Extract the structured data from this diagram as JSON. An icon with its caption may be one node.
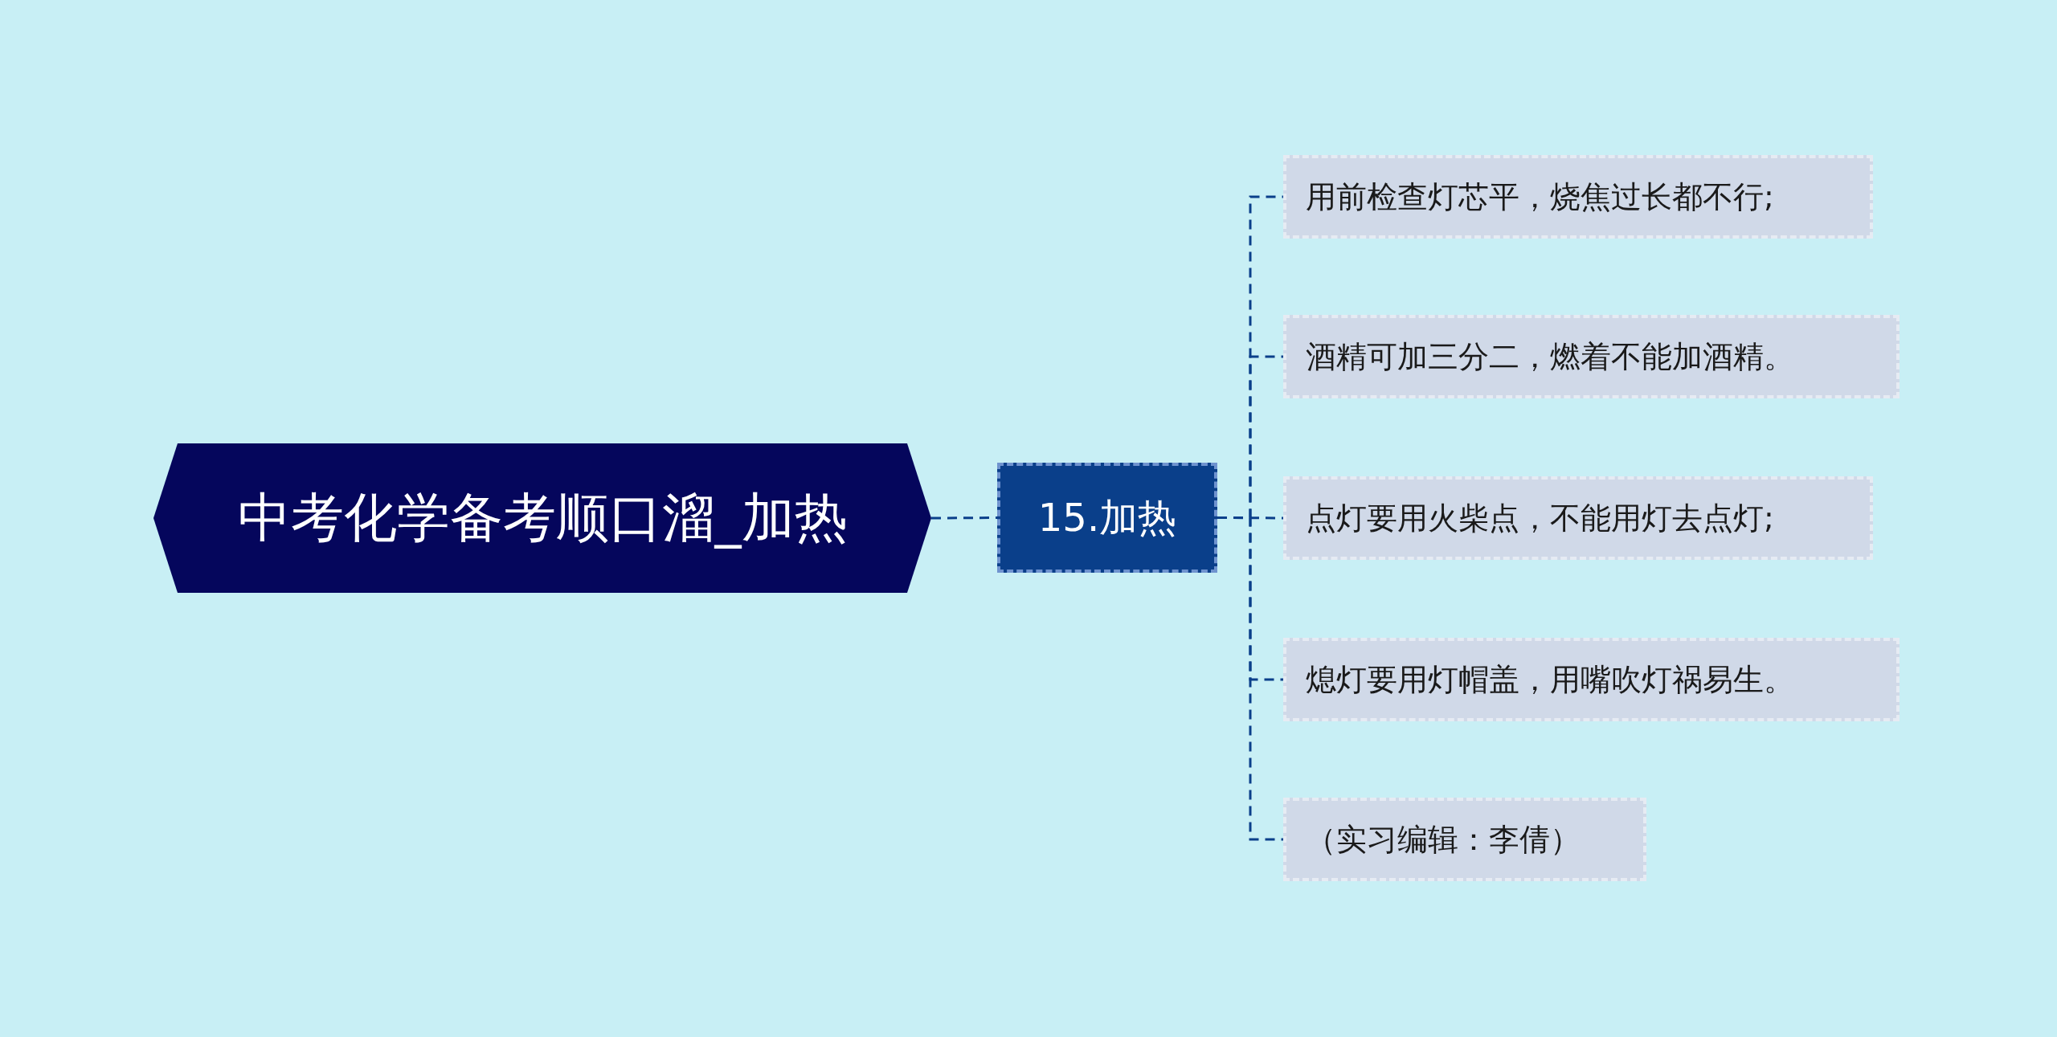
{
  "diagram": {
    "nodes": [
      {
        "text": [
          "中考化学备考顺口溜_加热"
        ]
      },
      {
        "text": [
          "15.加热"
        ]
      },
      {
        "text": [
          "用前检查灯芯平，烧焦过长都不行;"
        ]
      },
      {
        "text": [
          "酒精可加三分二，燃着不能加酒精。"
        ]
      },
      {
        "text": [
          "点灯要用火柴点，不能用灯去点灯;"
        ]
      },
      {
        "text": [
          "熄灯要用灯帽盖，用嘴吹灯祸易生。"
        ]
      },
      {
        "text": [
          "（实习编辑：李倩）"
        ]
      }
    ],
    "edges": [
      {
        "from": 0,
        "to": 1,
        "arrow": "none"
      },
      {
        "from": 1,
        "to": 2,
        "arrow": "none"
      },
      {
        "from": 1,
        "to": 3,
        "arrow": "none"
      },
      {
        "from": 1,
        "to": 4,
        "arrow": "none"
      },
      {
        "from": 1,
        "to": 5,
        "arrow": "none"
      },
      {
        "from": 1,
        "to": 6,
        "arrow": "none"
      }
    ]
  }
}
